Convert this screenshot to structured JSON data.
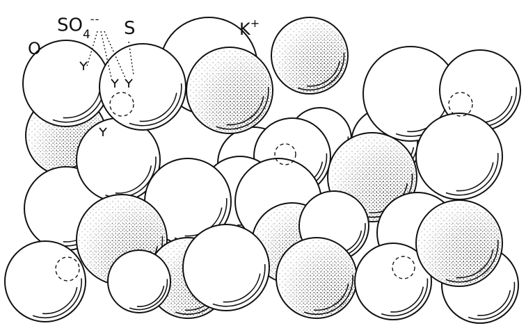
{
  "labels": {
    "oxygen": "O",
    "sulfate_prefix": "SO",
    "sulfate_subscript": "4",
    "sulfate_charge": "--",
    "sulfur": "S",
    "potassium": "K",
    "potassium_charge": "+"
  },
  "colors": {
    "line": "#111111",
    "stipple": "#222222",
    "background": "#ffffff"
  }
}
